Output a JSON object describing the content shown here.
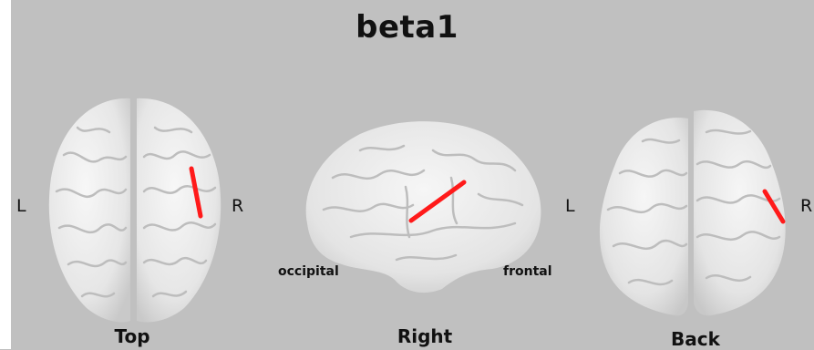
{
  "figure": {
    "title": "beta1",
    "views": [
      {
        "id": "top",
        "label": "Top",
        "left_side": "L",
        "right_side": "R"
      },
      {
        "id": "right",
        "label": "Right",
        "posterior_label": "occipital",
        "anterior_label": "frontal"
      },
      {
        "id": "back",
        "label": "Back",
        "left_side": "L",
        "right_side": "R"
      }
    ],
    "colors": {
      "background": "#c0c0c0",
      "brain": "#eeeeee",
      "sulci": "#bdbdbd",
      "connection": "#ff1a1a"
    }
  }
}
